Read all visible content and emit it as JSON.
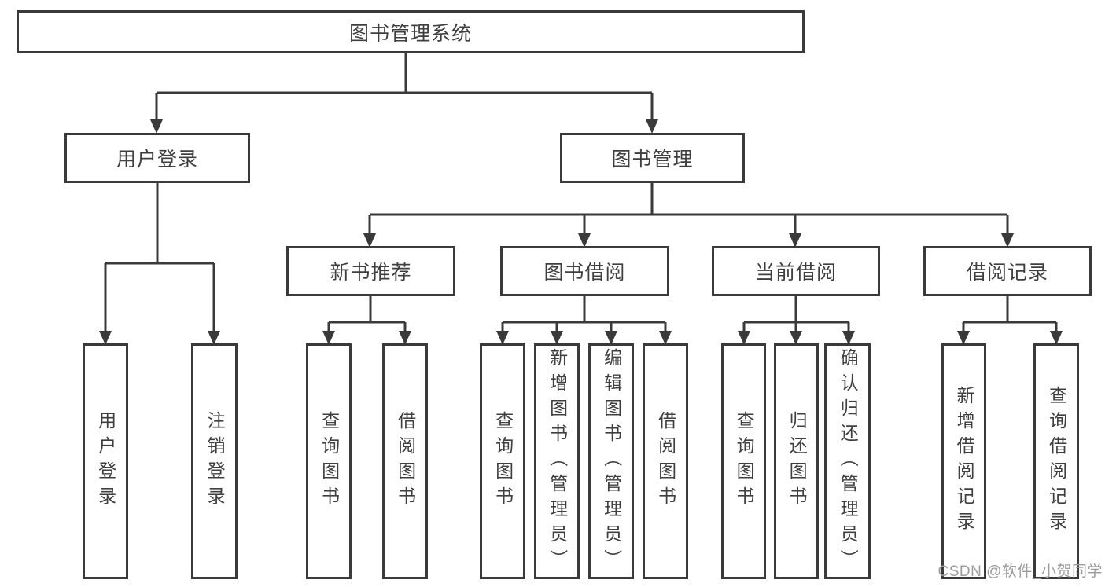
{
  "diagram": {
    "tree": {
      "root": {
        "label": "图书管理系统"
      },
      "branches": [
        {
          "label": "用户登录",
          "children": [
            {
              "label": "用户登录"
            },
            {
              "label": "注销登录"
            }
          ]
        },
        {
          "label": "图书管理",
          "children": [
            {
              "label": "新书推荐",
              "children": [
                {
                  "label": "查询图书"
                },
                {
                  "label": "借阅图书"
                }
              ]
            },
            {
              "label": "图书借阅",
              "children": [
                {
                  "label": "查询图书"
                },
                {
                  "label": "新增图书（管理员）"
                },
                {
                  "label": "编辑图书（管理员）"
                },
                {
                  "label": "借阅图书"
                }
              ]
            },
            {
              "label": "当前借阅",
              "children": [
                {
                  "label": "查询图书"
                },
                {
                  "label": "归还图书"
                },
                {
                  "label": "确认归还（管理员）"
                }
              ]
            },
            {
              "label": "借阅记录",
              "children": [
                {
                  "label": "新增借阅记录"
                },
                {
                  "label": "查询借阅记录"
                }
              ]
            }
          ]
        }
      ]
    },
    "watermark": "CSDN @软件_小贺同学",
    "colors": {
      "line": "#3a3a3a",
      "text": "#3f3f3f",
      "box_background": "#ffffff",
      "watermark": "#9c9c9c"
    }
  }
}
